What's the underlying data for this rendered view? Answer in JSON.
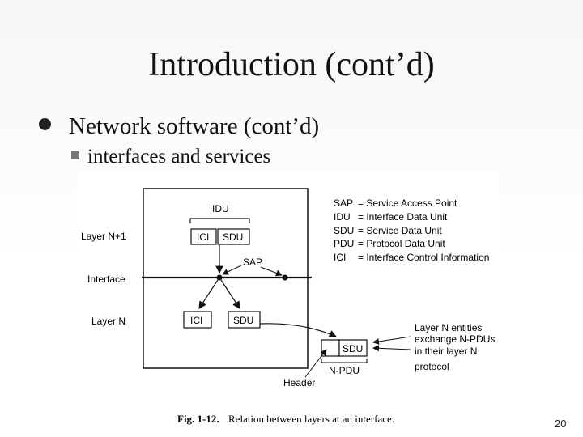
{
  "slide": {
    "title": "Introduction (cont’d)",
    "bullet_level1": "Network software (cont’d)",
    "bullet_level2": "interfaces and services",
    "page_number": "20"
  },
  "figure": {
    "layers": {
      "upper": "Layer N+1",
      "interface": "Interface",
      "lower": "Layer N"
    },
    "idu_label": "IDU",
    "upper_boxes": [
      "ICI",
      "SDU"
    ],
    "sap_label": "SAP",
    "lower_boxes": [
      "ICI",
      "SDU"
    ],
    "npdu_box": "SDU",
    "npdu_label": "N-PDU",
    "header_label": "Header",
    "legend": [
      {
        "abbr": "SAP",
        "text": "= Service Access Point"
      },
      {
        "abbr": "IDU",
        "text": "= Interface Data Unit"
      },
      {
        "abbr": "SDU",
        "text": "= Service Data Unit"
      },
      {
        "abbr": "PDU",
        "text": "= Protocol Data Unit"
      },
      {
        "abbr": "ICI",
        "text": "= Interface Control Information"
      }
    ],
    "entities_note": [
      "Layer N entities",
      "exchange N-PDUs",
      "in their layer N",
      "protocol"
    ],
    "caption_fig": "Fig. 1-12.",
    "caption_text": "Relation between layers at an interface."
  }
}
